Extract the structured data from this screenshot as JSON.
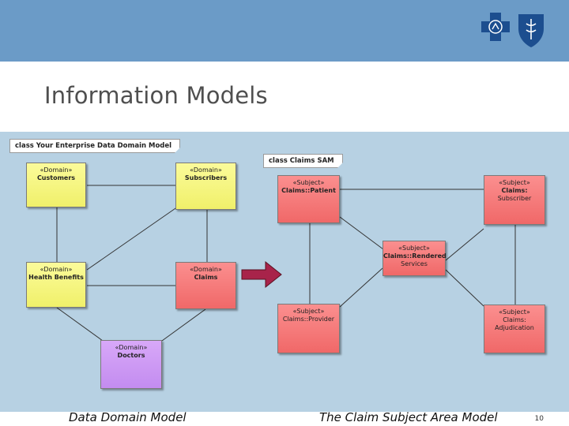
{
  "slide": {
    "title": "Information Models",
    "page_number": "10",
    "brand_colors": {
      "top_bar": "#6b9bc7",
      "diagram_bg": "#b7d1e3"
    },
    "logos": [
      "blue-cross-icon",
      "blue-shield-icon"
    ]
  },
  "captions": {
    "left": "Data Domain Model",
    "right": "The Claim Subject Area Model"
  },
  "left_diagram": {
    "frame_label": "class Your Enterprise Data Domain Model",
    "nodes": {
      "customers": {
        "stereotype": "«Domain»",
        "name": "Customers",
        "color": "#f0f06a"
      },
      "subscribers": {
        "stereotype": "«Domain»",
        "name": "Subscribers",
        "color": "#f0f06a"
      },
      "health_benefits": {
        "stereotype": "«Domain»",
        "name": "Health Benefits",
        "color": "#f0f06a"
      },
      "claims": {
        "stereotype": "«Domain»",
        "name": "Claims",
        "color": "#f06868"
      },
      "doctors": {
        "stereotype": "«Domain»",
        "name": "Doctors",
        "color": "#c38cf0"
      }
    }
  },
  "right_diagram": {
    "frame_label": "class Claims SAM",
    "nodes": {
      "patient": {
        "stereotype": "«Subject»",
        "name": "Claims::Patient"
      },
      "subscriber": {
        "stereotype": "«Subject»",
        "name": "Claims:",
        "name2": "Subscriber"
      },
      "rendered": {
        "stereotype": "«Subject»",
        "name": "Claims::Rendered",
        "name2": "Services"
      },
      "provider": {
        "stereotype": "«Subject»",
        "name": "Claims::Provider"
      },
      "adjudication": {
        "stereotype": "«Subject»",
        "name": "Claims:",
        "name2": "Adjudication"
      }
    },
    "color": "#f06868"
  },
  "arrow_color": "#a8234a"
}
